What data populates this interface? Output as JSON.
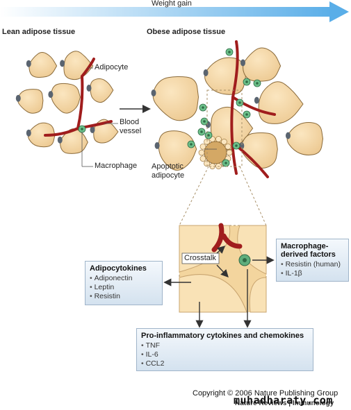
{
  "header": {
    "weight_gain": "Weight gain"
  },
  "lean": {
    "title": "Lean adipose tissue",
    "adipocyte": "Adipocyte",
    "blood_vessel": "Blood\nvessel",
    "macrophage": "Macrophage"
  },
  "obese": {
    "title": "Obese adipose tissue",
    "apoptotic": "Apoptotic\nadipocyte"
  },
  "crosstalk": "Crosstalk",
  "adipocytokines": {
    "title": "Adipocytokines",
    "items": [
      "Adiponectin",
      "Leptin",
      "Resistin"
    ]
  },
  "macrophage_factors": {
    "title_line1": "Macrophage-",
    "title_line2": "derived factors",
    "items": [
      "Resistin (human)",
      "IL-1β"
    ]
  },
  "proinflammatory": {
    "title": "Pro-inflammatory cytokines and chemokines",
    "items": [
      "TNF",
      "IL-6",
      "CCL2"
    ]
  },
  "footer": {
    "copyright": "Copyright © 2006 Nature Publishing Group",
    "nature_reviews": "Nature Reviews | Immunology",
    "watermark": "muhadharaty.com"
  },
  "colors": {
    "cell": "#f6d9a8",
    "cell_edge": "#8a6a3a",
    "vessel": "#a01d1d",
    "macrophage": "#4a9a6a",
    "arrow": "#6aaee8",
    "box": "#dbe6f2"
  }
}
